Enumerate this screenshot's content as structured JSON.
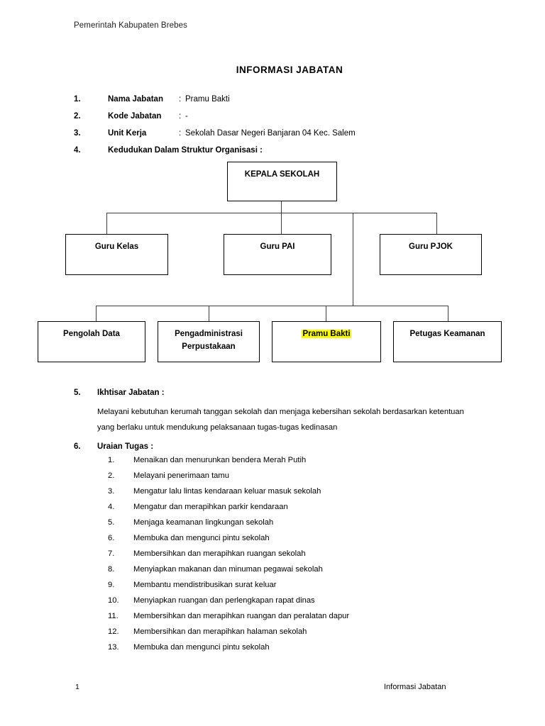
{
  "document": {
    "header": "Pemerintah Kabupaten Brebes",
    "title": "INFORMASI JABATAN"
  },
  "fields": [
    {
      "num": "1.",
      "label": "Nama Jabatan",
      "sep": ":",
      "value": "Pramu Bakti"
    },
    {
      "num": "2.",
      "label": "Kode Jabatan",
      "sep": ":",
      "value": "-"
    },
    {
      "num": "3.",
      "label": "Unit Kerja",
      "sep": ":",
      "value": "Sekolah Dasar Negeri Banjaran 04 Kec. Salem"
    },
    {
      "num": "4.",
      "label": "Kedudukan Dalam Struktur Organisasi :",
      "sep": "",
      "value": ""
    }
  ],
  "org_chart": {
    "level1": [
      {
        "label": "KEPALA SEKOLAH"
      }
    ],
    "level2": [
      {
        "label": "Guru Kelas"
      },
      {
        "label": "Guru PAI"
      },
      {
        "label": "Guru PJOK"
      }
    ],
    "level3": [
      {
        "label": "Pengolah Data",
        "label2": "",
        "highlight": false
      },
      {
        "label": "Pengadministrasi",
        "label2": "Perpustakaan",
        "highlight": false
      },
      {
        "label": "Pramu Bakti",
        "label2": "",
        "highlight": true
      },
      {
        "label": "Petugas Keamanan",
        "label2": "",
        "highlight": false
      }
    ],
    "highlight_color": "#FFFF00",
    "line_color": "#3b3b3b",
    "border_color": "#000000"
  },
  "sections": [
    {
      "num": "5.",
      "heading": "Ikhtisar Jabatan :",
      "body": "Melayani kebutuhan kerumah tanggan sekolah dan menjaga kebersihan sekolah berdasarkan ketentuan yang berlaku untuk mendukung pelaksanaan tugas-tugas kedinasan"
    },
    {
      "num": "6.",
      "heading": "Uraian Tugas :",
      "body": ""
    }
  ],
  "tasks": [
    {
      "num": "1.",
      "text": "Menaikan dan menurunkan bendera Merah Putih"
    },
    {
      "num": "2.",
      "text": "Melayani penerimaan tamu"
    },
    {
      "num": "3.",
      "text": "Mengatur lalu lintas kendaraan keluar masuk sekolah"
    },
    {
      "num": "4.",
      "text": "Mengatur dan merapihkan parkir kendaraan"
    },
    {
      "num": "5.",
      "text": "Menjaga keamanan lingkungan sekolah"
    },
    {
      "num": "6.",
      "text": "Membuka dan mengunci pintu sekolah"
    },
    {
      "num": "7.",
      "text": "Membersihkan dan merapihkan ruangan sekolah"
    },
    {
      "num": "8.",
      "text": "Menyiapkan makanan dan minuman pegawai sekolah"
    },
    {
      "num": "9.",
      "text": "Membantu mendistribusikan surat keluar"
    },
    {
      "num": "10.",
      "text": "Menyiapkan ruangan dan perlengkapan rapat dinas"
    },
    {
      "num": "11.",
      "text": "Membersihkan dan merapihkan ruangan dan peralatan dapur"
    },
    {
      "num": "12.",
      "text": "Membersihkan dan merapihkan halaman sekolah"
    },
    {
      "num": "13.",
      "text": "Membuka dan mengunci pintu sekolah"
    }
  ],
  "footer": {
    "page_number": "1",
    "right_text": "Informasi Jabatan"
  }
}
